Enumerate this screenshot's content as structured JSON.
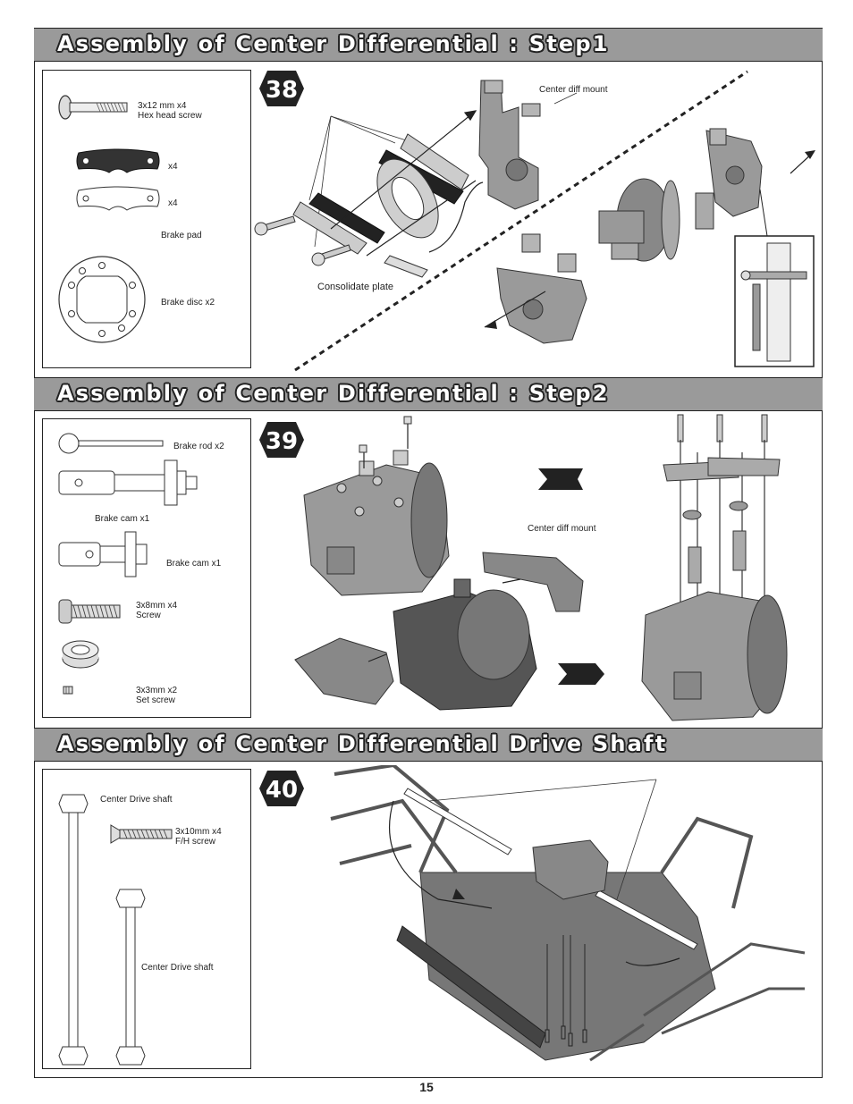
{
  "sections": [
    {
      "title": "Assembly of Center Differential : Step1",
      "step": "38",
      "parts": [
        {
          "label": "3x12 mm x4\nHex head screw",
          "icon": "hex-head-screw-icon"
        },
        {
          "label": "x4",
          "icon": "brake-pad-dark-icon"
        },
        {
          "label": "x4",
          "icon": "brake-pad-light-icon"
        },
        {
          "label": "Brake pad"
        },
        {
          "label": "Brake disc x2",
          "icon": "brake-disc-icon"
        }
      ],
      "callouts": [
        "Center diff mount",
        "Consolidate plate"
      ]
    },
    {
      "title": "Assembly of Center Differential : Step2",
      "step": "39",
      "parts": [
        {
          "label": "Brake rod x2",
          "icon": "brake-rod-icon"
        },
        {
          "label": "Brake cam x1",
          "icon": "brake-cam-long-icon"
        },
        {
          "label": "Brake cam x1",
          "icon": "brake-cam-short-icon"
        },
        {
          "label": "3x8mm x4\nScrew",
          "icon": "screw-icon"
        },
        {
          "label": "",
          "icon": "bearing-icon"
        },
        {
          "label": "3x3mm x2\nSet screw",
          "icon": "set-screw-icon"
        }
      ],
      "callouts": [
        "Center diff mount"
      ]
    },
    {
      "title": "Assembly of Center Differential Drive Shaft",
      "step": "40",
      "parts": [
        {
          "label": "Center Drive shaft",
          "icon": "long-drive-shaft-icon"
        },
        {
          "label": "3x10mm x4\nF/H screw",
          "icon": "flat-head-screw-icon"
        },
        {
          "label": "Center Drive shaft",
          "icon": "short-drive-shaft-icon"
        }
      ]
    }
  ],
  "page_number": "15"
}
